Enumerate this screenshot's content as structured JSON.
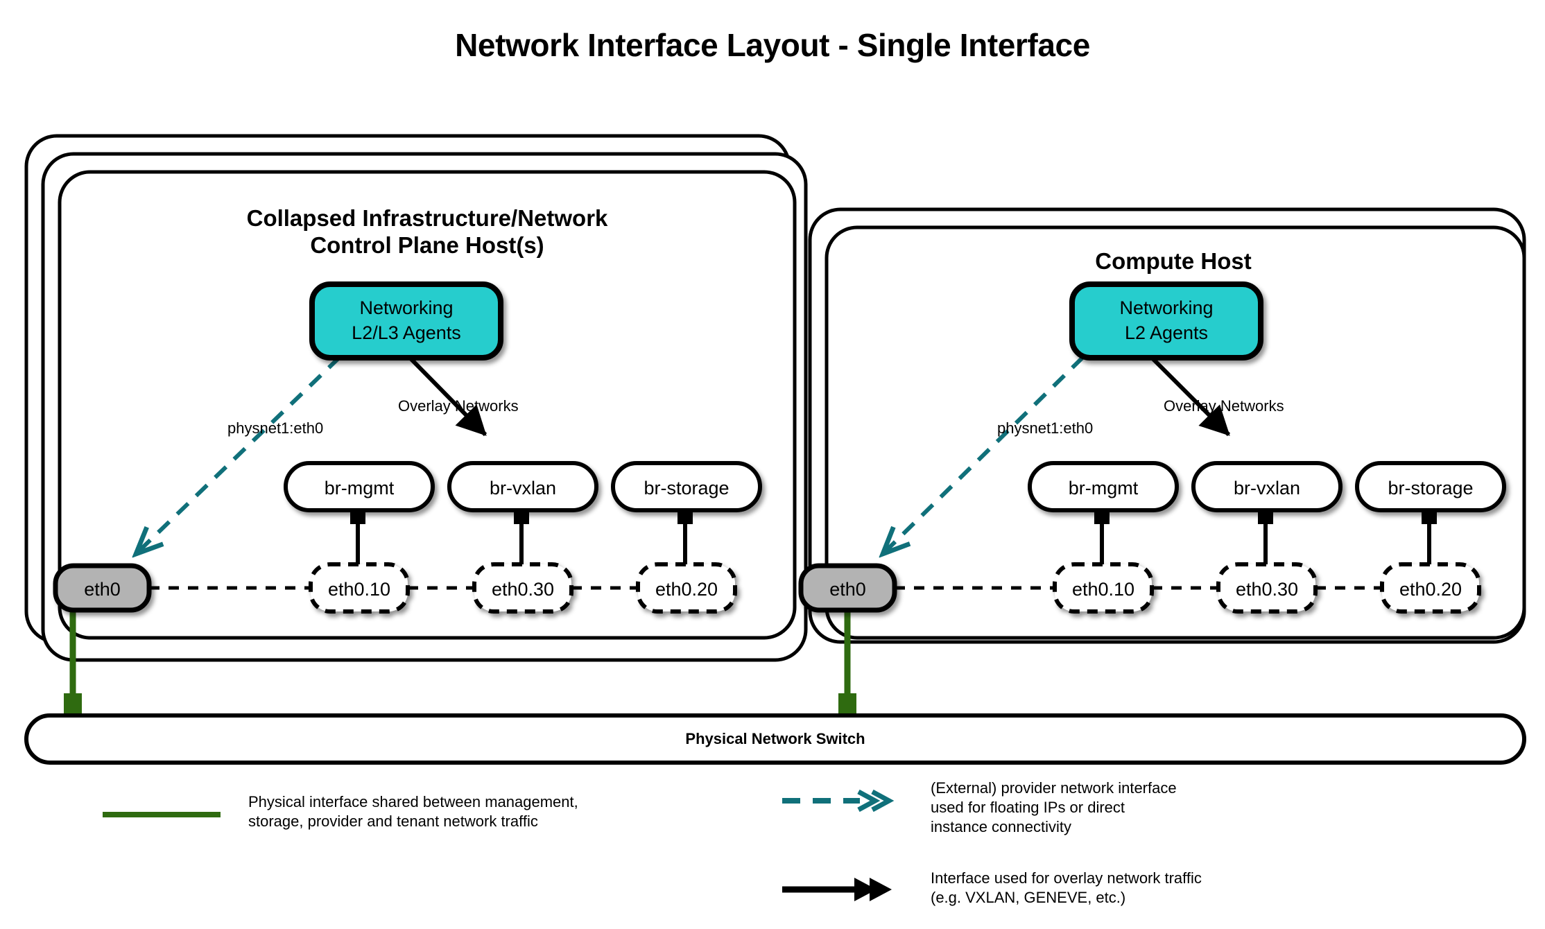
{
  "title": "Network Interface Layout - Single Interface",
  "colors": {
    "agent_fill": "#27cdcd",
    "agent_stroke": "#000000",
    "physical_nic_fill": "#b3b3b3",
    "provider_dashed": "#10707a",
    "physical_link_green": "#2f6b10",
    "node_stroke": "#000000",
    "background": "#ffffff"
  },
  "hosts": [
    {
      "id": "control-plane-host",
      "title": "Collapsed Infrastructure/Network\nControl Plane Host(s)",
      "stack_layers": 3,
      "agent": {
        "label": "Networking\nL2/L3 Agents"
      },
      "edges": {
        "provider_label": "physnet1:eth0",
        "overlay_label": "Overlay Networks"
      },
      "physical_nic": "eth0",
      "bridges": [
        {
          "name": "br-mgmt",
          "vlan_interface": "eth0.10"
        },
        {
          "name": "br-vxlan",
          "vlan_interface": "eth0.30"
        },
        {
          "name": "br-storage",
          "vlan_interface": "eth0.20"
        }
      ]
    },
    {
      "id": "compute-host",
      "title": "Compute Host",
      "stack_layers": 2,
      "agent": {
        "label": "Networking\nL2 Agents"
      },
      "edges": {
        "provider_label": "physnet1:eth0",
        "overlay_label": "Overlay Networks"
      },
      "physical_nic": "eth0",
      "bridges": [
        {
          "name": "br-mgmt",
          "vlan_interface": "eth0.10"
        },
        {
          "name": "br-vxlan",
          "vlan_interface": "eth0.30"
        },
        {
          "name": "br-storage",
          "vlan_interface": "eth0.20"
        }
      ]
    }
  ],
  "switch": {
    "label": "Physical Network Switch"
  },
  "legend": [
    {
      "id": "physical-interface",
      "marker": "solid-green-line",
      "text": "Physical interface shared between management,\nstorage, provider and tenant network traffic"
    },
    {
      "id": "provider-interface",
      "marker": "teal-dashed-double-arrow",
      "text": "(External) provider network interface\nused for floating IPs or direct\ninstance connectivity"
    },
    {
      "id": "overlay-interface",
      "marker": "black-solid-double-arrow",
      "text": "Interface used for overlay network traffic\n(e.g. VXLAN, GENEVE, etc.)"
    }
  ]
}
